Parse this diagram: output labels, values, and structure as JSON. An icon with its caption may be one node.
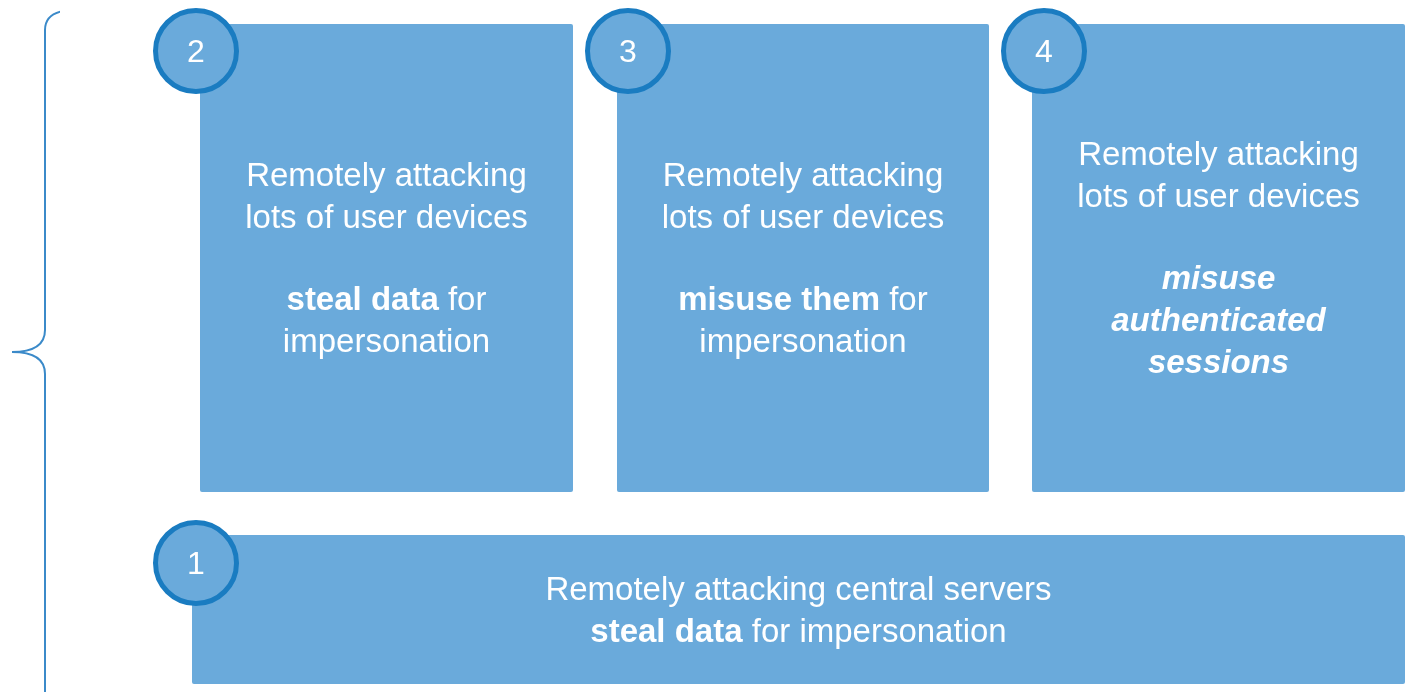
{
  "diagram": {
    "nodes": [
      {
        "text": [
          "2"
        ]
      },
      {
        "text": [
          "Remotely attacking lots of user devices",
          "**steal data** for impersonation"
        ]
      },
      {
        "text": [
          "3"
        ]
      },
      {
        "text": [
          "Remotely attacking lots of user devices",
          "**misuse them** for impersonation"
        ]
      },
      {
        "text": [
          "4"
        ]
      },
      {
        "text": [
          "Remotely attacking lots of user devices",
          "misuse authenticated sessions"
        ]
      },
      {
        "text": [
          "1"
        ]
      },
      {
        "text": [
          "Remotely attacking central servers",
          "**steal data** for impersonation"
        ]
      }
    ],
    "edges": []
  }
}
